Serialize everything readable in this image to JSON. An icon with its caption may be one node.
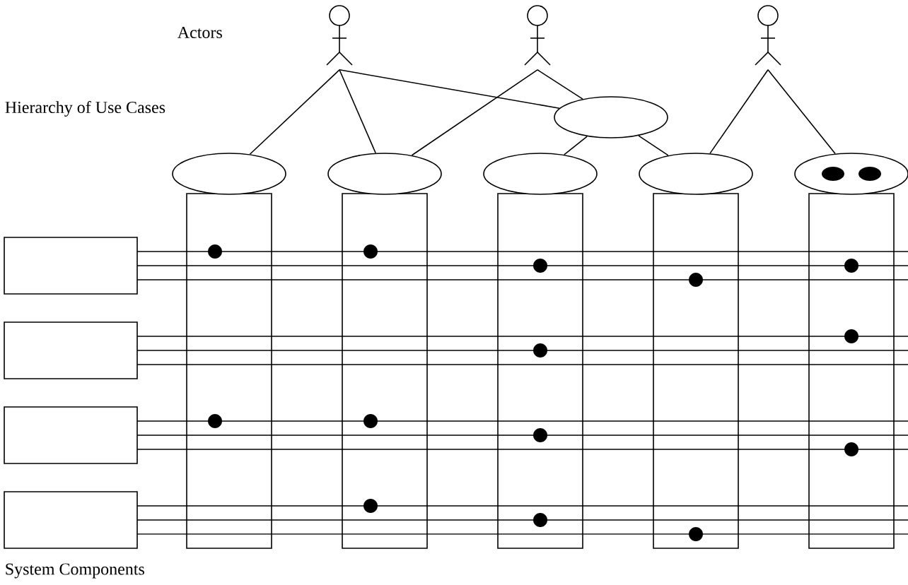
{
  "diagram": {
    "nodes": [
      {
        "text": [],
        "shape": "person"
      },
      {
        "text": [],
        "shape": "person"
      },
      {
        "text": [],
        "shape": "person"
      },
      {
        "text": [],
        "shape": "ellipse"
      },
      {
        "text": [],
        "shape": "ellipse"
      },
      {
        "text": [],
        "shape": "ellipse"
      },
      {
        "text": [],
        "shape": "ellipse"
      },
      {
        "text": [],
        "shape": "ellipse"
      },
      {
        "text": [],
        "shape": "ellipse"
      },
      {
        "text": [],
        "shape": "box"
      },
      {
        "text": [],
        "shape": "box"
      },
      {
        "text": [],
        "shape": "box"
      },
      {
        "text": [],
        "shape": "box"
      }
    ],
    "edges": [
      {
        "from": 0,
        "to": 4,
        "arrow": "none"
      },
      {
        "from": 0,
        "to": 5,
        "arrow": "none"
      },
      {
        "from": 0,
        "to": 3,
        "arrow": "none"
      },
      {
        "from": 1,
        "to": 5,
        "arrow": "none"
      },
      {
        "from": 1,
        "to": 3,
        "arrow": "none"
      },
      {
        "from": 2,
        "to": 7,
        "arrow": "none"
      },
      {
        "from": 2,
        "to": 8,
        "arrow": "none"
      },
      {
        "from": 3,
        "to": 6,
        "arrow": "none"
      },
      {
        "from": 3,
        "to": 7,
        "arrow": "none"
      }
    ],
    "labels": [
      "Actors",
      "Hierarchy of Use Cases",
      "System Components"
    ]
  }
}
